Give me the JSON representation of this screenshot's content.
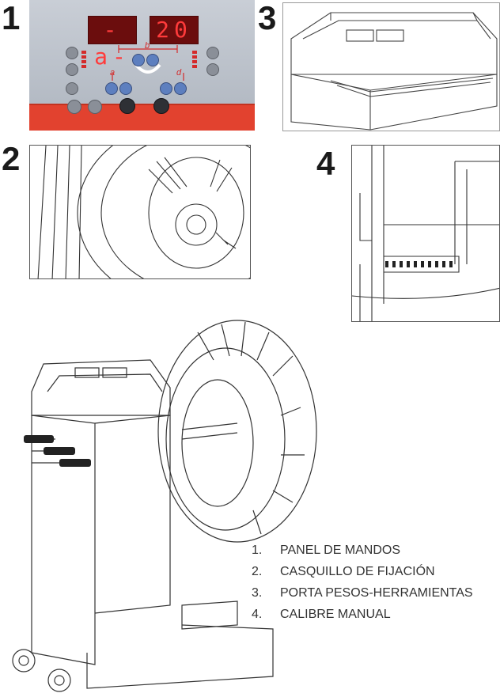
{
  "figure_numbers": {
    "panel": "1",
    "tire": "2",
    "tray": "3",
    "caliper": "4"
  },
  "display": {
    "left": "-a-",
    "right": "20"
  },
  "dimension_labels": {
    "b": "b",
    "a": "a",
    "d": "d"
  },
  "legend": [
    {
      "number": "1.",
      "text": "PANEL DE MANDOS"
    },
    {
      "number": "2.",
      "text": "CASQUILLO DE FIJACIÓN"
    },
    {
      "number": "3.",
      "text": "PORTA PESOS-HERRAMIENTAS"
    },
    {
      "number": "4.",
      "text": "CALIBRE MANUAL"
    }
  ],
  "colors": {
    "panel_red": "#e2422f",
    "display_red": "#ff3b3b",
    "button_blue": "#5d7fbf"
  }
}
